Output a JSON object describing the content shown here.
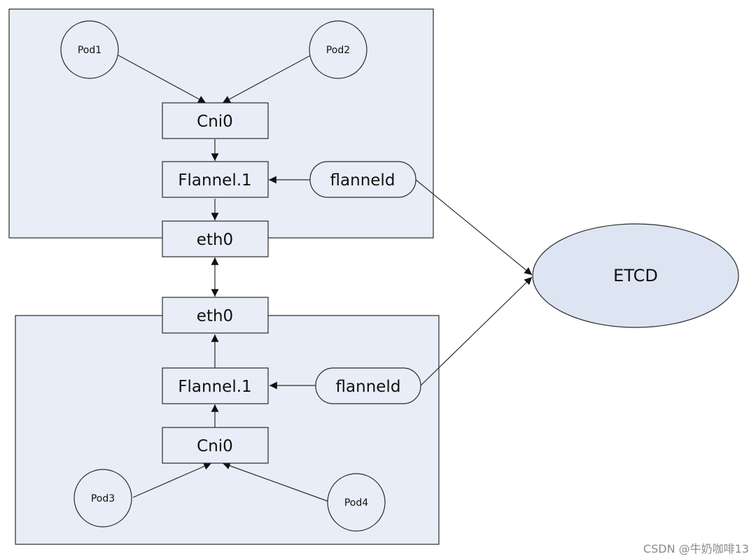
{
  "node_a": {
    "pod_left": "Pod1",
    "pod_right": "Pod2",
    "cni": "Cni0",
    "flannel": "Flannel.1",
    "flanneld": "flanneld",
    "eth": "eth0"
  },
  "node_b": {
    "eth": "eth0",
    "flannel": "Flannel.1",
    "flanneld": "flanneld",
    "cni": "Cni0",
    "pod_left": "Pod3",
    "pod_right": "Pod4"
  },
  "etcd": "ETCD",
  "watermark": "CSDN @牛奶咖啡13"
}
